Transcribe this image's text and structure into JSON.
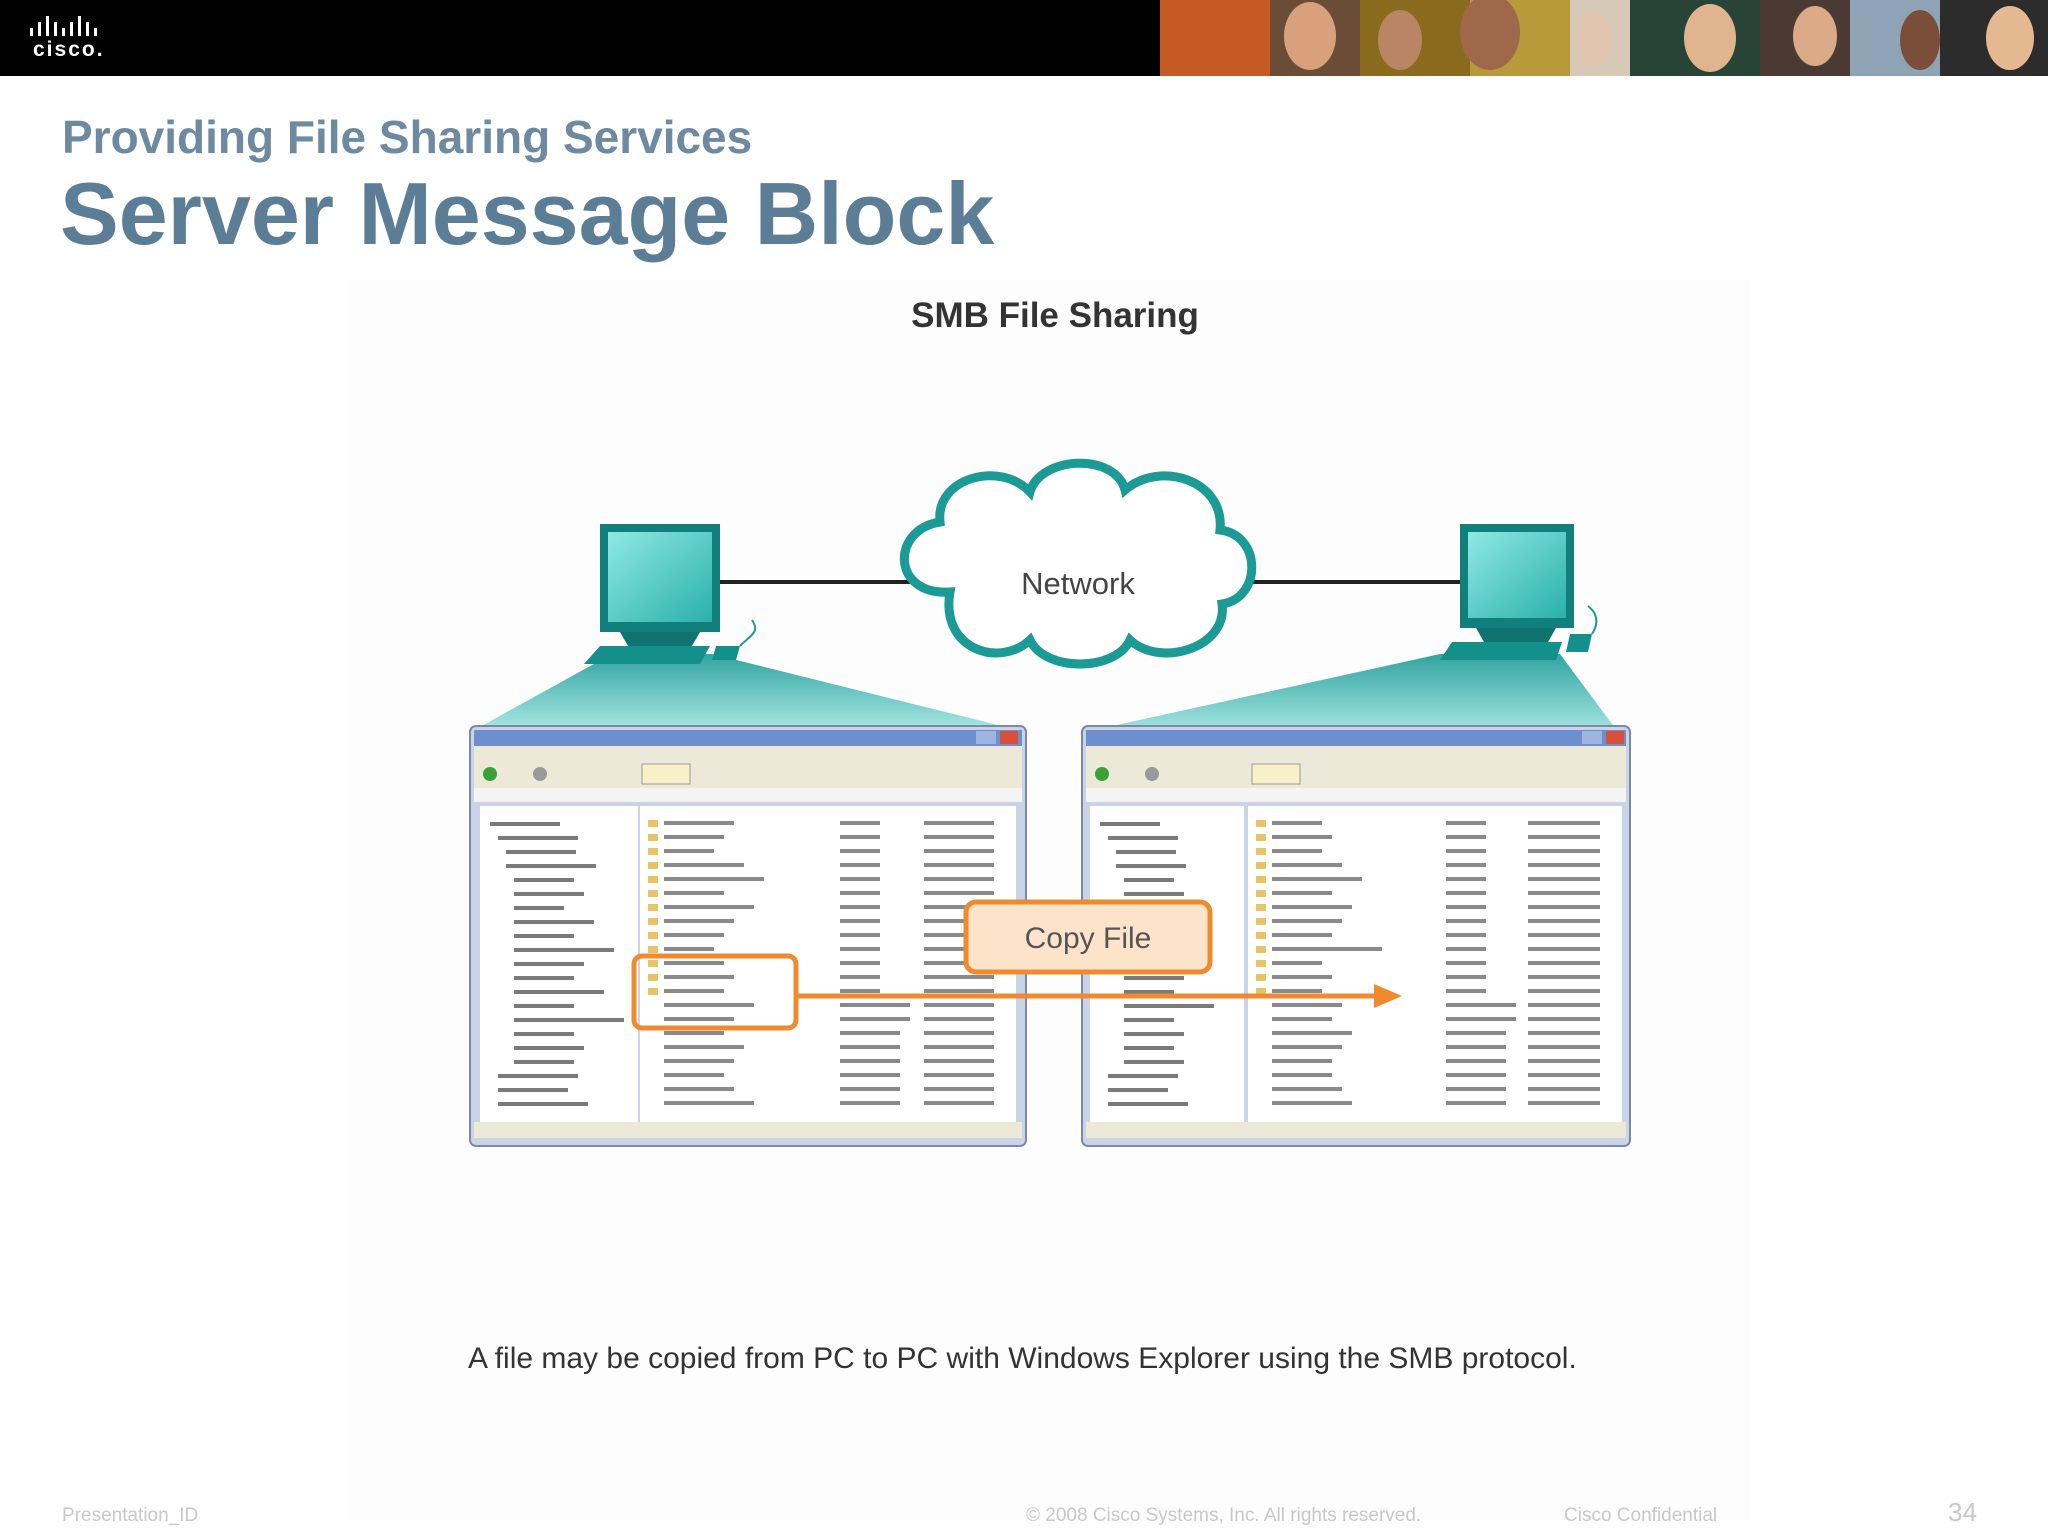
{
  "header": {
    "logo_text": "cisco."
  },
  "slide": {
    "subtitle": "Providing File Sharing Services",
    "title": "Server Message Block"
  },
  "figure": {
    "title": "SMB File Sharing",
    "network_label": "Network",
    "copy_label": "Copy File",
    "caption": "A file may be copied from PC to PC with Windows Explorer using the SMB protocol.",
    "colors": {
      "teal": "#1b9a96",
      "teal_light": "#6fd3cf",
      "orange": "#ef8a2e",
      "orange_fill": "#fde3c9"
    }
  },
  "footer": {
    "left": "Presentation_ID",
    "center": "© 2008 Cisco Systems, Inc. All rights reserved.",
    "right": "Cisco Confidential",
    "page": "34"
  }
}
